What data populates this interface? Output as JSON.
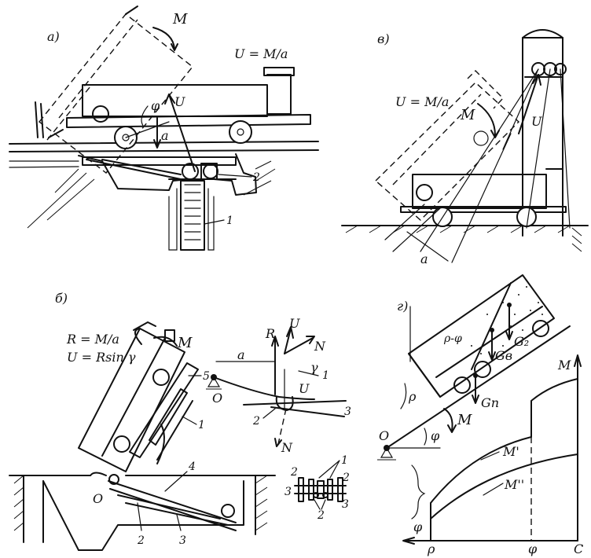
{
  "panels": {
    "a": {
      "letter": "а)",
      "formula": "U = M/a",
      "moment": "M",
      "u": "U",
      "phi": "φ",
      "arm": "a",
      "num1": "1",
      "num2": "2"
    },
    "v": {
      "letter": "в)",
      "formula": "U = M/a",
      "moment": "M",
      "u": "U",
      "arm": "a"
    },
    "b": {
      "letter": "б)",
      "formula1": "R = M/a",
      "formula2": "U = Rsin γ",
      "moment": "M",
      "num5": "5",
      "num1": "1",
      "num4": "4",
      "num2": "2",
      "num3": "3",
      "pivot": "O",
      "force_r": "R",
      "force_u": "U",
      "force_n": "N",
      "gamma": "γ",
      "arm": "a",
      "det_num1": "1",
      "det_o": "O",
      "det_u": "U",
      "det_num2": "2",
      "det_num3": "3",
      "det_n": "N",
      "cs_2a": "2",
      "cs_1": "1",
      "cs_2b": "2",
      "cs_3a": "3",
      "cs_2c": "2",
      "cs_3b": "3"
    },
    "g": {
      "letter": "г)",
      "angle_rho_phi": "ρ-φ",
      "g2": "G₂",
      "gb": "Gв",
      "gn": "Gп",
      "rho": "ρ",
      "moment": "M",
      "phi": "φ",
      "pivot": "O",
      "graph_m": "M",
      "graph_m1": "M'",
      "graph_m2": "M''",
      "axis_phi": "φ",
      "x_rho": "ρ",
      "x_phi": "φ",
      "x_c": "C"
    }
  }
}
